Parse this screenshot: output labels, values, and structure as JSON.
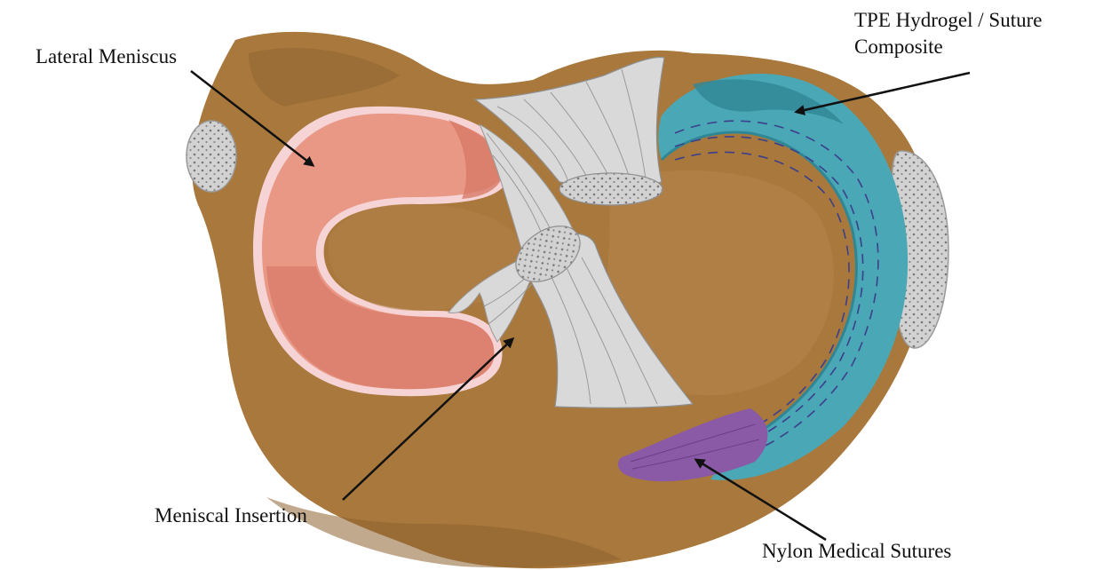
{
  "labels": {
    "lateral_meniscus": "Lateral Meniscus",
    "tpe_line1": "TPE Hydrogel / Suture",
    "tpe_line2": "Composite",
    "meniscal_insertion": "Meniscal Insertion",
    "nylon_sutures": "Nylon Medical Sutures"
  },
  "colors": {
    "tibia_bone": "#a8783c",
    "tibia_shadow": "#8e6230",
    "tibia_light": "#bb8a4e",
    "lateral_meniscus": "#e99886",
    "lateral_meniscus_shade": "#d87a68",
    "meniscus_rim": "#f6d3d4",
    "tpe_hydrogel": "#4aa7b5",
    "tpe_hydrogel_dark": "#2f8796",
    "suture_dashes": "#3b3f8c",
    "nylon_suture": "#8a5aa6",
    "ligament": "#d9d9d9",
    "ligament_stripe": "#9a9a9a",
    "bone_section": "#d2d2d2",
    "arrow": "#111111"
  }
}
